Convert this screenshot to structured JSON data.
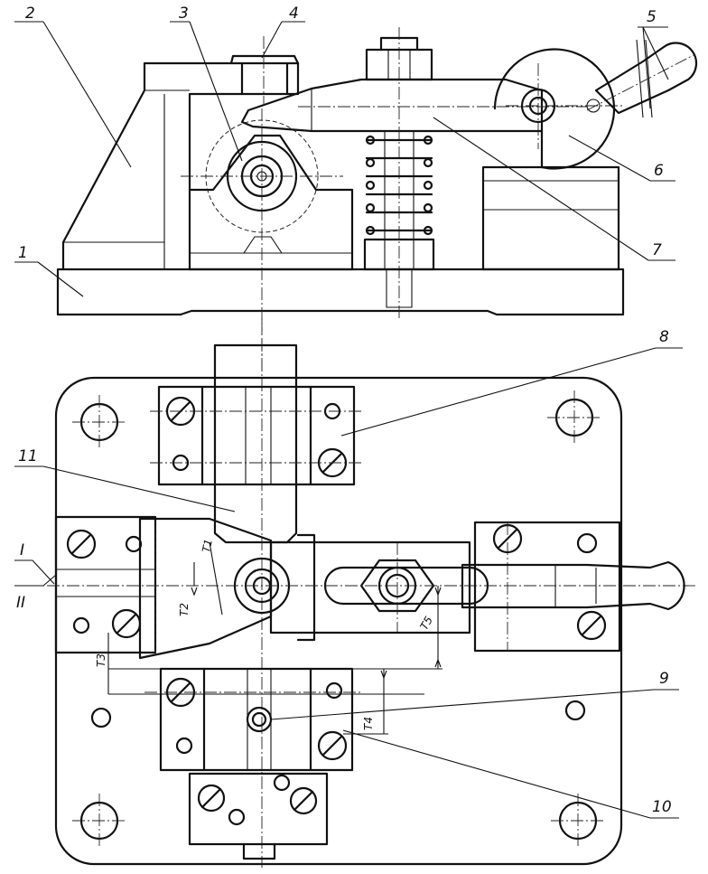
{
  "callouts": {
    "c1": "1",
    "c2": "2",
    "c3": "3",
    "c4": "4",
    "c5": "5",
    "c6": "6",
    "c7": "7",
    "c8": "8",
    "c9": "9",
    "c10": "10",
    "c11": "11",
    "sec1": "I",
    "sec2": "II"
  },
  "dimensions": {
    "t1": "T1",
    "t2": "T2",
    "t3": "T3",
    "t4": "T4",
    "t5": "T5"
  }
}
